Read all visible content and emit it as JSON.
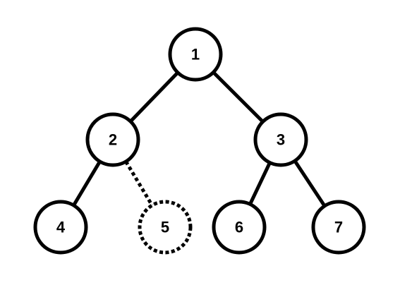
{
  "tree": {
    "nodes": [
      {
        "id": "1",
        "label": "1",
        "style": "solid"
      },
      {
        "id": "2",
        "label": "2",
        "style": "solid"
      },
      {
        "id": "3",
        "label": "3",
        "style": "solid"
      },
      {
        "id": "4",
        "label": "4",
        "style": "solid"
      },
      {
        "id": "5",
        "label": "5",
        "style": "dashed"
      },
      {
        "id": "6",
        "label": "6",
        "style": "solid"
      },
      {
        "id": "7",
        "label": "7",
        "style": "solid"
      }
    ],
    "edges": [
      {
        "from": "1",
        "to": "2",
        "style": "solid"
      },
      {
        "from": "1",
        "to": "3",
        "style": "solid"
      },
      {
        "from": "2",
        "to": "4",
        "style": "solid"
      },
      {
        "from": "2",
        "to": "5",
        "style": "dashed"
      },
      {
        "from": "3",
        "to": "6",
        "style": "solid"
      },
      {
        "from": "3",
        "to": "7",
        "style": "solid"
      }
    ],
    "colors": {
      "stroke": "#000000",
      "fill": "#ffffff",
      "text": "#000000"
    }
  }
}
